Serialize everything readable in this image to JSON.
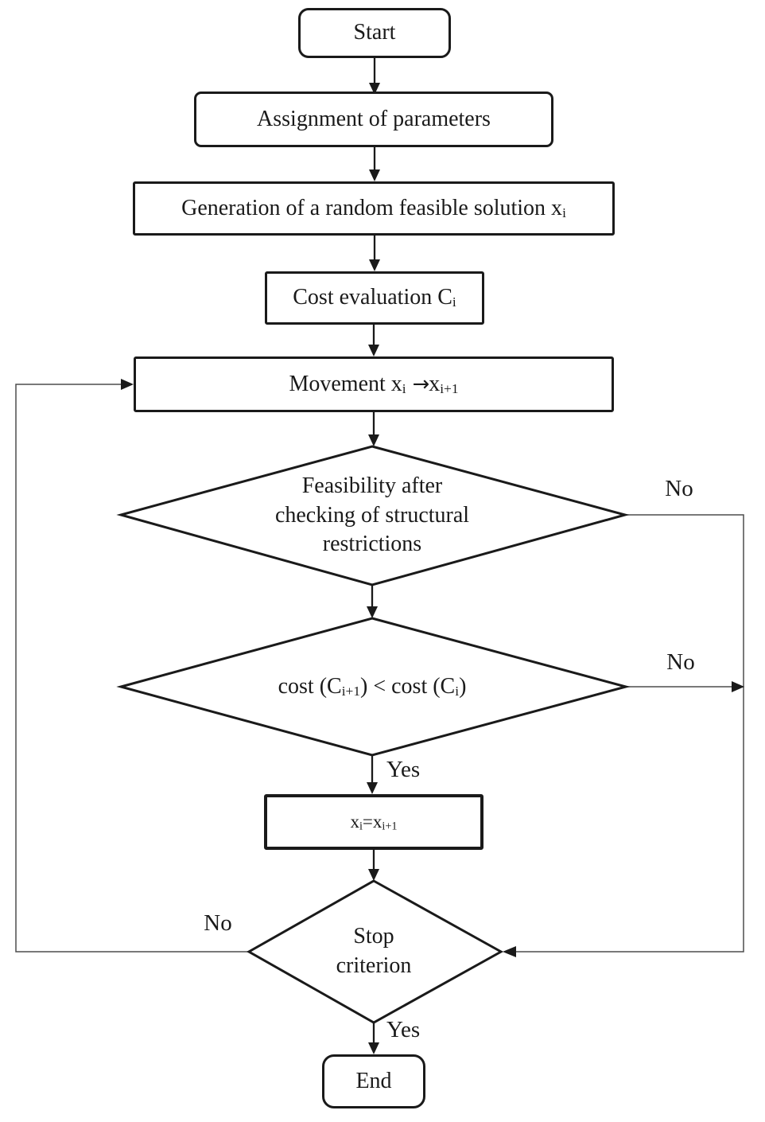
{
  "colors": {
    "ink": "#1a1a1a",
    "thin_line": "#4d4d4d",
    "background": "#ffffff"
  },
  "nodes": {
    "start": {
      "type": "terminator",
      "label": "Start"
    },
    "assign": {
      "type": "process",
      "label": "Assignment of parameters"
    },
    "generation": {
      "type": "process",
      "parts": [
        {
          "t": "text",
          "v": "Generation of a random feasible solution x"
        },
        {
          "t": "sub",
          "v": "i"
        }
      ]
    },
    "cost_eval": {
      "type": "process",
      "parts": [
        {
          "t": "text",
          "v": "Cost evaluation C"
        },
        {
          "t": "sub",
          "v": "i"
        }
      ]
    },
    "movement": {
      "type": "process",
      "parts": [
        {
          "t": "text",
          "v": "Movement  x"
        },
        {
          "t": "sub",
          "v": "i"
        },
        {
          "t": "arrow",
          "v": "→"
        },
        {
          "t": "text",
          "v": "x"
        },
        {
          "t": "sub",
          "v": "i+1"
        }
      ]
    },
    "feasibility": {
      "type": "decision",
      "parts": [
        {
          "t": "text",
          "v": "Feasibility after"
        },
        {
          "t": "br"
        },
        {
          "t": "text",
          "v": "checking of structural"
        },
        {
          "t": "br"
        },
        {
          "t": "text",
          "v": "restrictions"
        }
      ]
    },
    "cost_check": {
      "type": "decision",
      "parts": [
        {
          "t": "text",
          "v": "cost (C"
        },
        {
          "t": "sub",
          "v": "i+1"
        },
        {
          "t": "text",
          "v": ") < cost (C"
        },
        {
          "t": "sub",
          "v": "i"
        },
        {
          "t": "text",
          "v": ")"
        }
      ]
    },
    "update": {
      "type": "process",
      "parts": [
        {
          "t": "text",
          "v": "x"
        },
        {
          "t": "sub",
          "v": "i"
        },
        {
          "t": "text",
          "v": "=x"
        },
        {
          "t": "sub",
          "v": "i+1"
        }
      ]
    },
    "stop": {
      "type": "decision",
      "parts": [
        {
          "t": "text",
          "v": "Stop"
        },
        {
          "t": "br"
        },
        {
          "t": "text",
          "v": "criterion"
        }
      ]
    },
    "end": {
      "type": "terminator",
      "label": "End"
    }
  },
  "edge_labels": {
    "feasibility_no": "No",
    "cost_no": "No",
    "cost_yes": "Yes",
    "stop_no": "No",
    "stop_yes": "Yes"
  },
  "edges": [
    {
      "from": "start",
      "to": "assign"
    },
    {
      "from": "assign",
      "to": "generation"
    },
    {
      "from": "generation",
      "to": "cost_eval"
    },
    {
      "from": "cost_eval",
      "to": "movement"
    },
    {
      "from": "movement",
      "to": "feasibility"
    },
    {
      "from": "feasibility",
      "to": "cost_check"
    },
    {
      "from": "feasibility",
      "to": "stop",
      "label": "No",
      "route": "right-side"
    },
    {
      "from": "cost_check",
      "to": "stop",
      "label": "No",
      "route": "right-side"
    },
    {
      "from": "cost_check",
      "to": "update",
      "label": "Yes"
    },
    {
      "from": "update",
      "to": "stop"
    },
    {
      "from": "stop",
      "to": "movement",
      "label": "No",
      "route": "left-side"
    },
    {
      "from": "stop",
      "to": "end",
      "label": "Yes"
    }
  ]
}
